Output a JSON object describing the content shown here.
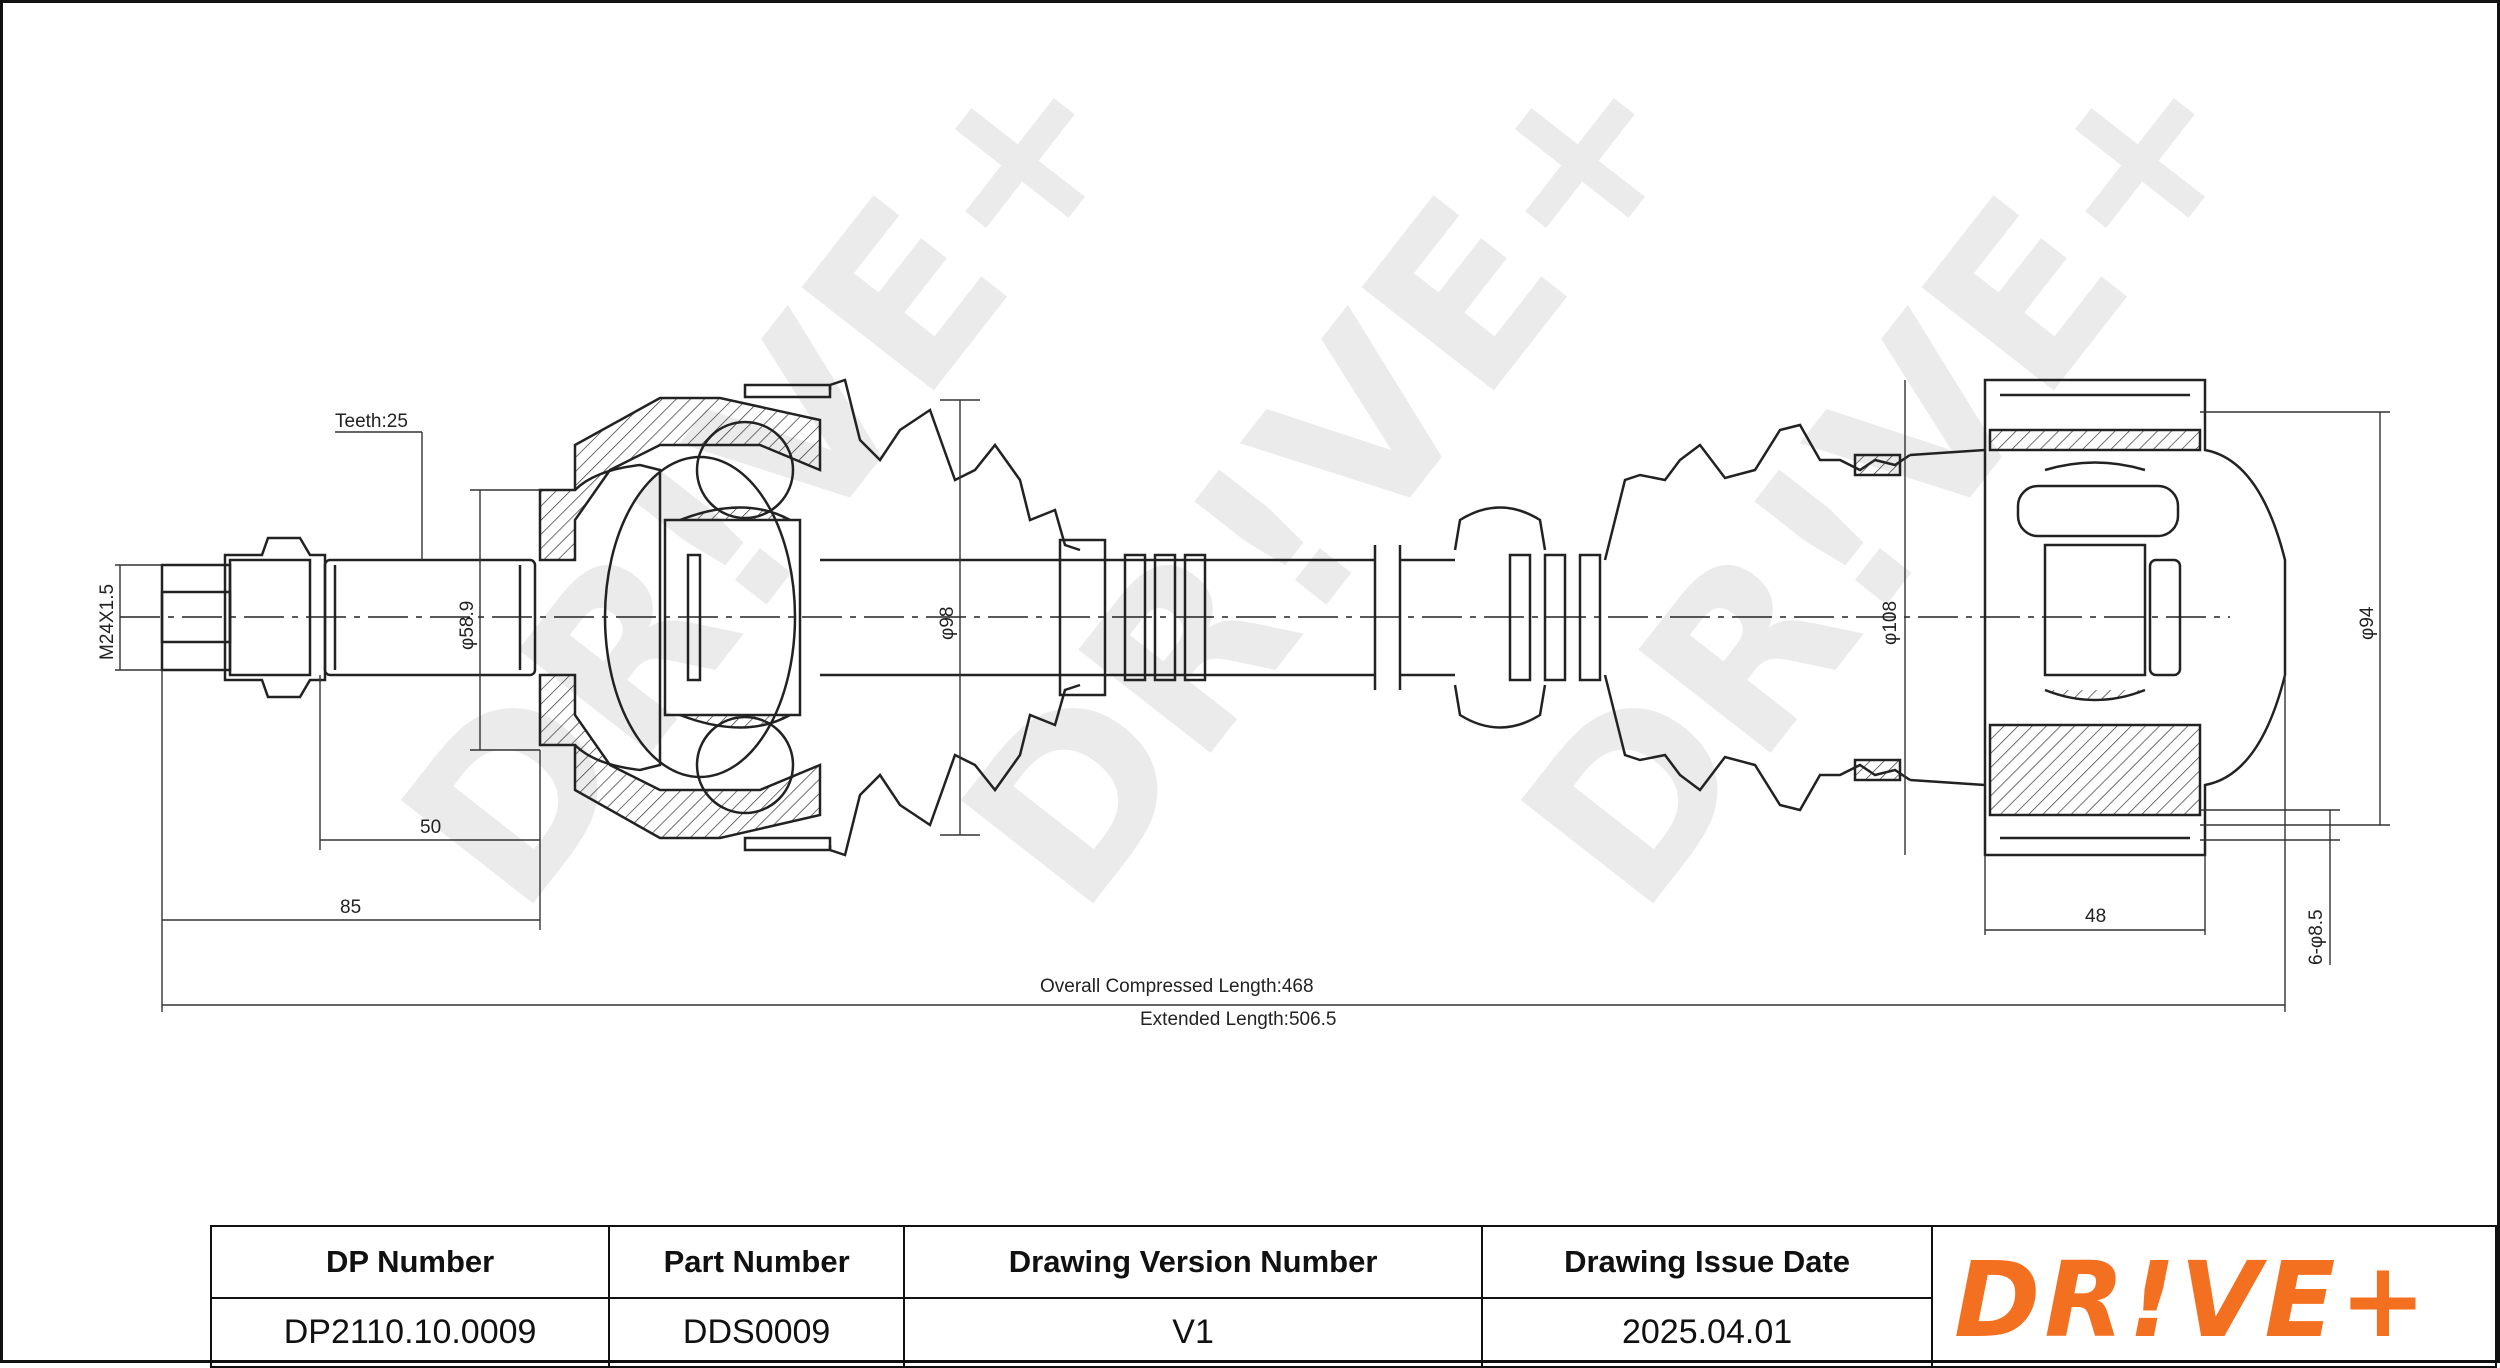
{
  "drawing": {
    "watermark": "DR!VE+",
    "labels": {
      "teeth": "Teeth:25",
      "thread": "M24X1.5",
      "dia_spline": "φ58.9",
      "dia_outer_joint": "φ98",
      "dia_boot_inner": "φ108",
      "dia_flange": "φ94",
      "bolt_holes": "6-φ8.5",
      "len_50": "50",
      "len_85": "85",
      "len_48": "48",
      "overall": "Overall  Compressed  Length:468",
      "extended": "Extended  Length:506.5"
    }
  },
  "title_block": {
    "headers": [
      "DP Number",
      "Part Number",
      "Drawing Version Number",
      "Drawing Issue Date"
    ],
    "values": [
      "DP2110.10.0009",
      "DDS0009",
      "V1",
      "2025.04.01"
    ],
    "logo": "DR!VE+"
  },
  "colors": {
    "brand": "#f37021",
    "line": "#222222"
  }
}
